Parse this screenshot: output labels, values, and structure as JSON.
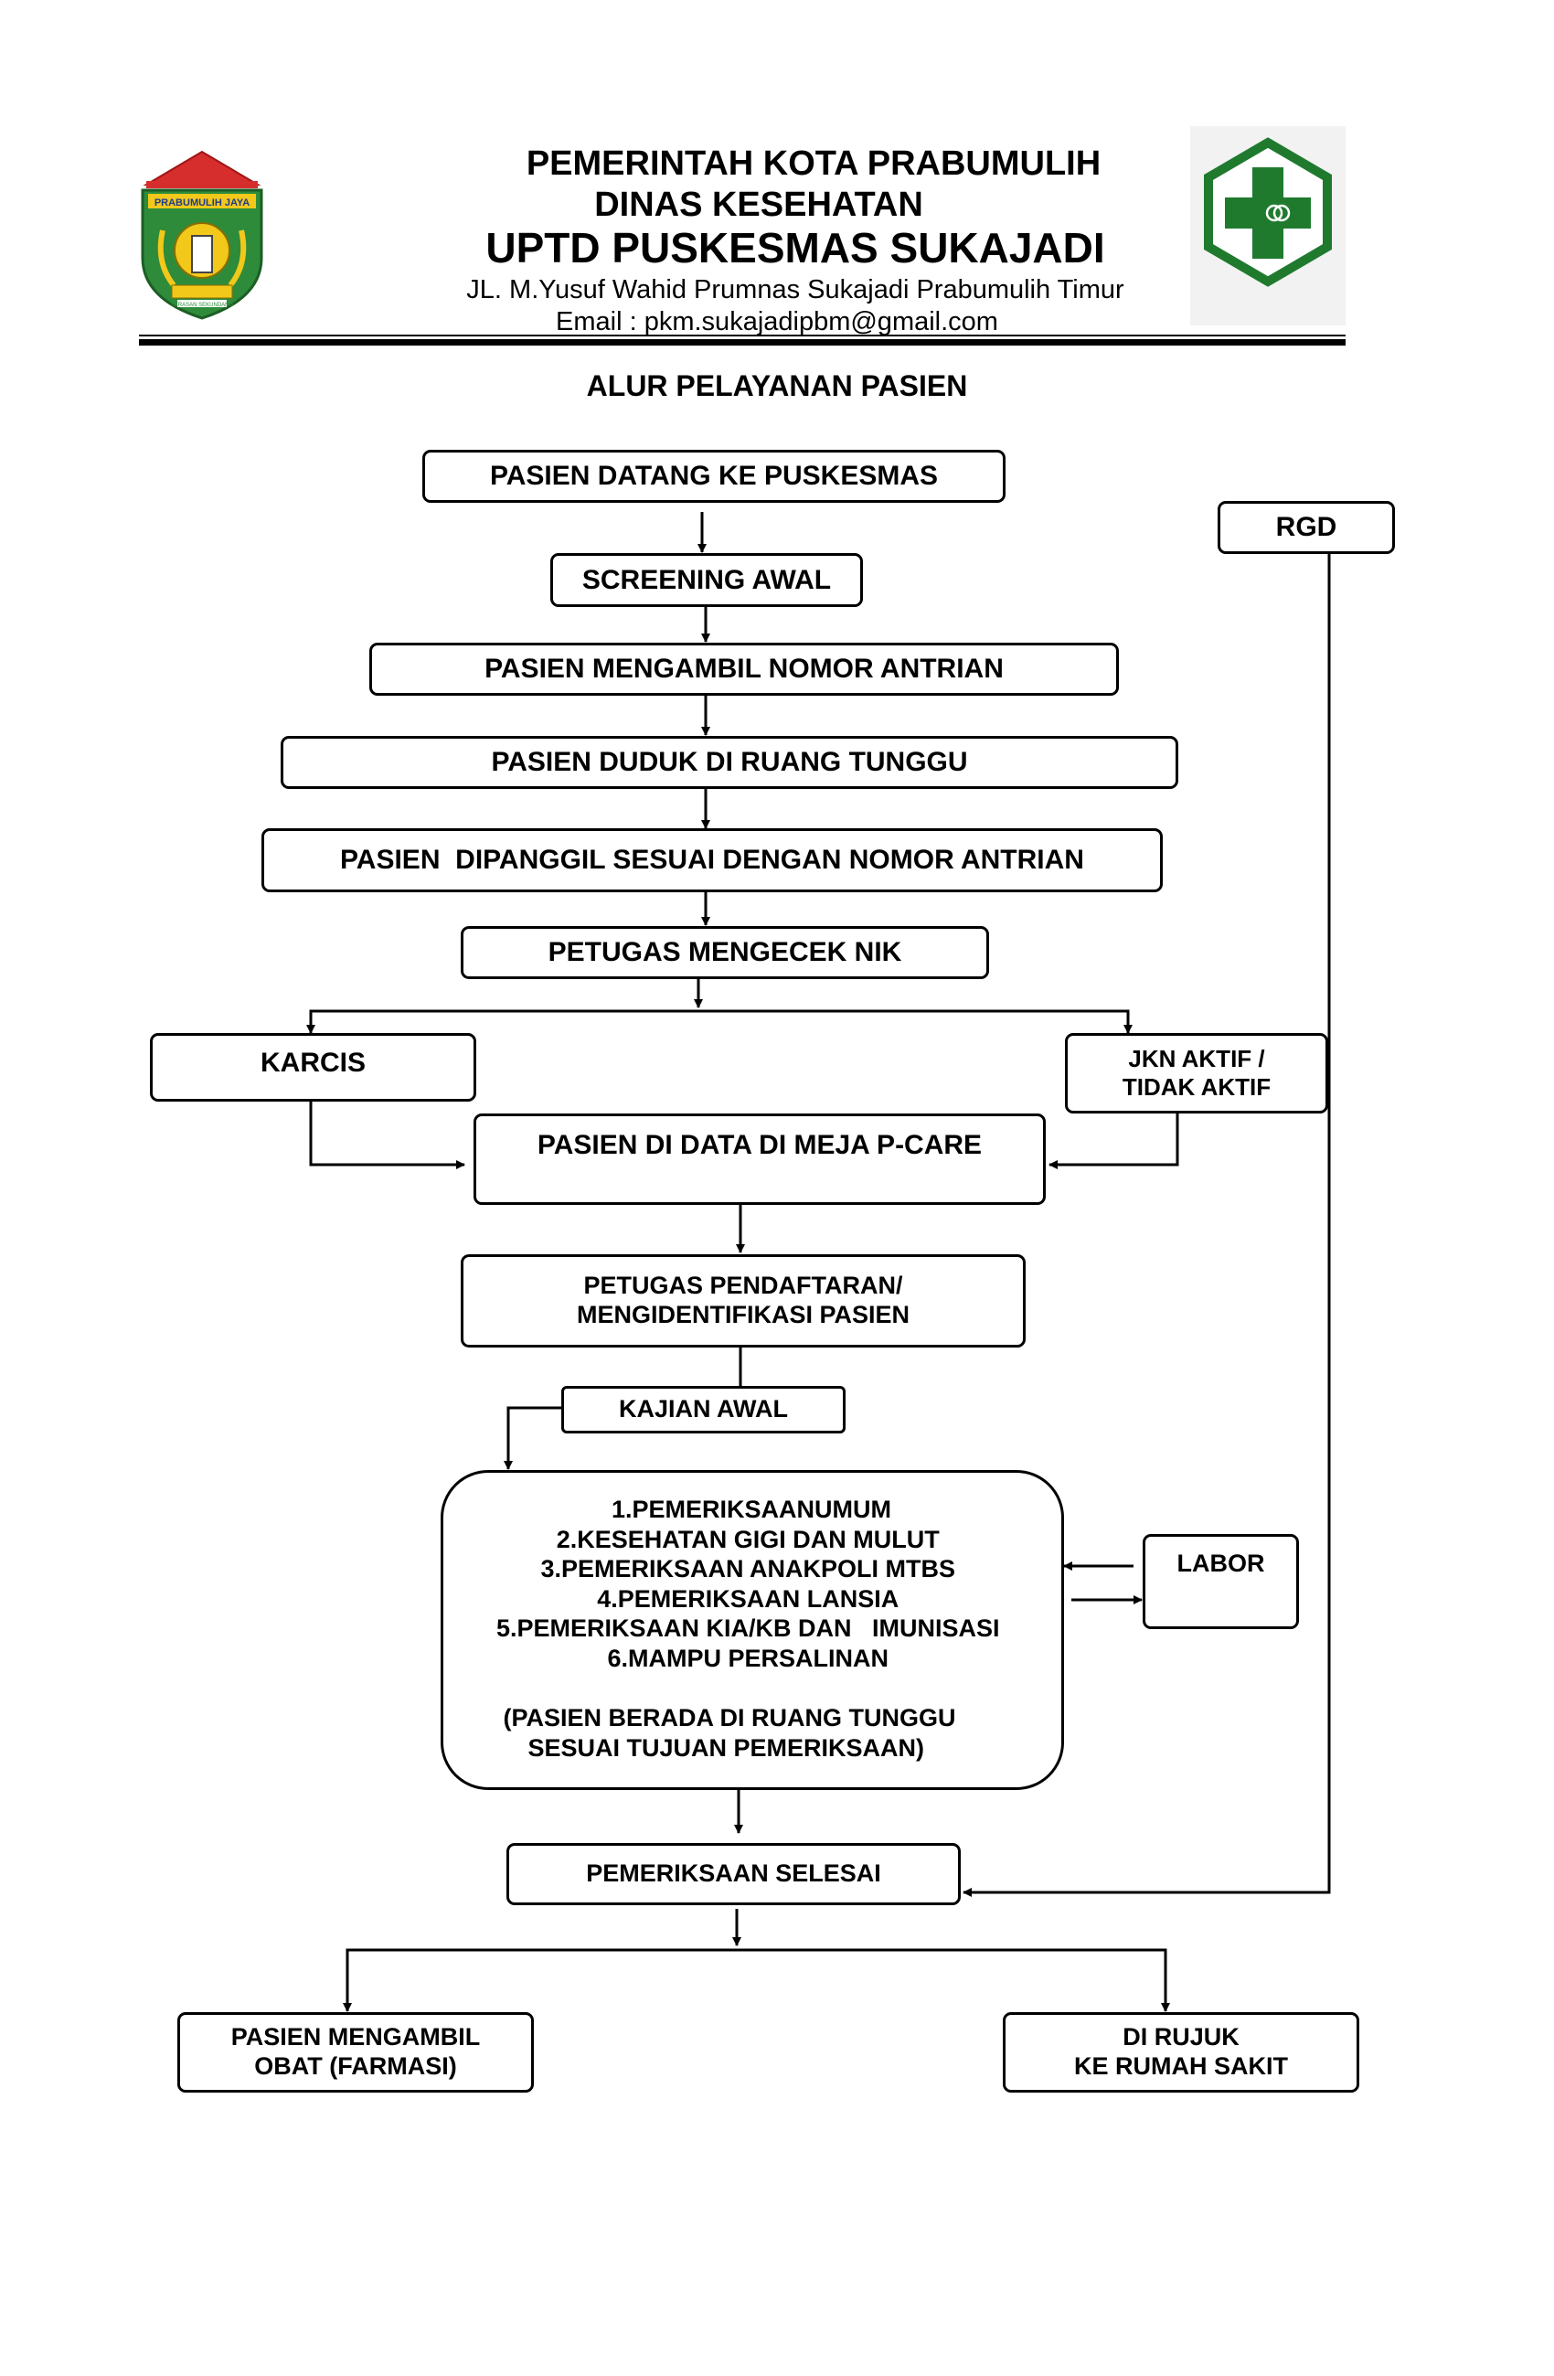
{
  "header": {
    "line1": "PEMERINTAH KOTA PRABUMULIH",
    "line2": "DINAS KESEHATAN",
    "line3": "UPTD PUSKESMAS SUKAJADI",
    "address": "JL. M.Yusuf Wahid Prumnas Sukajadi Prabumulih Timur",
    "email": "Email : pkm.sukajadipbm@gmail.com",
    "logo_left_text": "PRABUMULIH JAYA",
    "logo_left_motto": "SERASAN SEKUNDANG"
  },
  "title": "ALUR PELAYANAN PASIEN",
  "nodes": {
    "arrive": "PASIEN DATANG KE PUSKESMAS",
    "rgd": "RGD",
    "screening": "SCREENING AWAL",
    "queue_number": "PASIEN MENGAMBIL NOMOR ANTRIAN",
    "waiting": "PASIEN DUDUK DI RUANG TUNGGU",
    "called": "PASIEN  DIPANGGIL SESUAI DENGAN NOMOR ANTRIAN",
    "check_nik": "PETUGAS MENGECEK NIK",
    "karcis": "KARCIS",
    "jkn_line1": "JKN AKTIF /",
    "jkn_line2": "TIDAK AKTIF",
    "pcare": "PASIEN DI DATA DI MEJA P-CARE",
    "registration_line1": "PETUGAS PENDAFTARAN/",
    "registration_line2": "MENGIDENTIFIKASI PASIEN",
    "initial_assessment": "KAJIAN AWAL",
    "exam_items": [
      " 1.PEMERIKSAANUMUM",
      "2.KESEHATAN GIGI DAN MULUT",
      "3.PEMERIKSAAN ANAKPOLI MTBS",
      "4.PEMERIKSAAN LANSIA",
      "5.PEMERIKSAAN KIA/KB DAN   IMUNISASI",
      "6.MAMPU PERSALINAN"
    ],
    "exam_note_line1": " (PASIEN BERADA DI RUANG TUNGGU",
    "exam_note_line2": "SESUAI TUJUAN PEMERIKSAAN)",
    "lab": "LABOR",
    "exam_done": "PEMERIKSAAN SELESAI",
    "pharmacy_line1": "PASIEN MENGAMBIL",
    "pharmacy_line2": "OBAT (FARMASI)",
    "referral_line1": "DI RUJUK",
    "referral_line2": "KE RUMAH SAKIT"
  },
  "colors": {
    "logo_green": "#2e8b3a",
    "logo_yellow": "#f2c81b",
    "logo_red": "#d62d2d",
    "cross_green": "#1f7a2e"
  }
}
